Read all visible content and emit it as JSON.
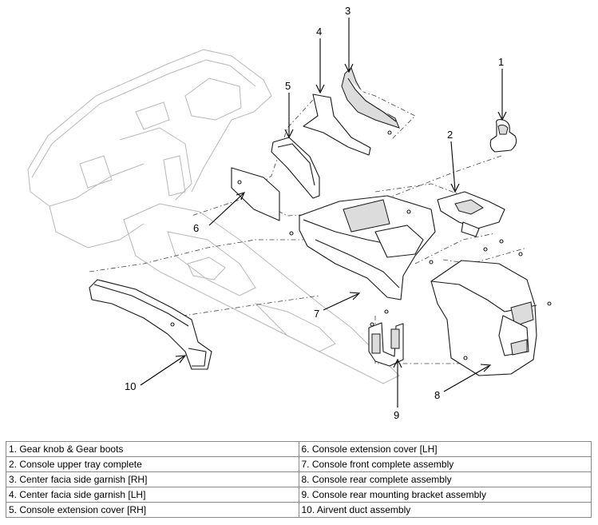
{
  "callouts": [
    "1",
    "2",
    "3",
    "4",
    "5",
    "6",
    "7",
    "8",
    "9",
    "10"
  ],
  "legend": {
    "left": [
      "1. Gear knob & Gear boots",
      "2. Console upper tray complete",
      "3. Center facia side garnish [RH]",
      "4. Center facia side garnish [LH]",
      "5. Console extension cover [RH]"
    ],
    "right": [
      "6. Console extension cover [LH]",
      "7. Console front complete assembly",
      "8. Console rear complete assembly",
      "9. Console rear mounting bracket assembly",
      "10. Airvent duct assembly"
    ]
  }
}
